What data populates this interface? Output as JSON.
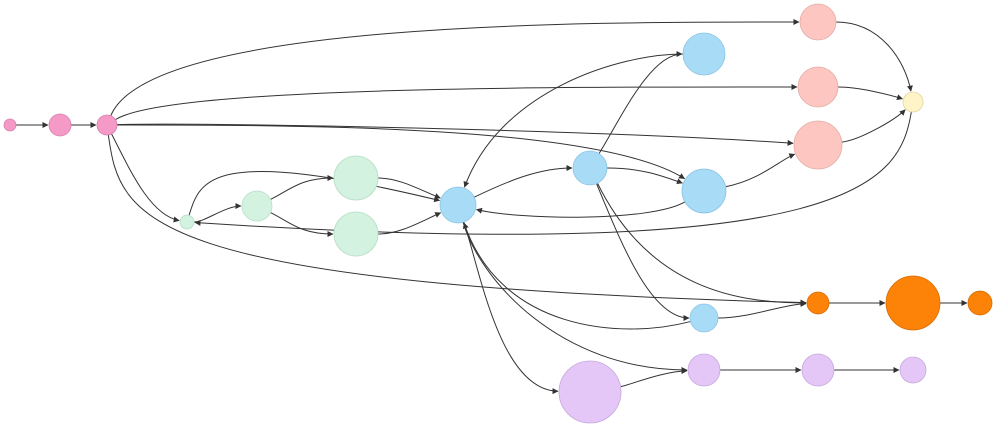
{
  "colors": {
    "pink": "#f59ac7",
    "green": "#d3f3e0",
    "blue": "#a7dbf6",
    "salmon": "#fdc6c1",
    "yellow": "#fff4c8",
    "orange": "#fc8208",
    "purple": "#e4c6f7",
    "edge": "#333333"
  },
  "nodes": [
    {
      "id": "n1",
      "label": "",
      "color": "pink"
    },
    {
      "id": "n2",
      "label": "",
      "color": "pink"
    },
    {
      "id": "n3",
      "label": "",
      "color": "pink"
    },
    {
      "id": "n4",
      "label": "",
      "color": "green"
    },
    {
      "id": "n5",
      "label": "",
      "color": "green"
    },
    {
      "id": "n6",
      "label": "",
      "color": "green"
    },
    {
      "id": "n7",
      "label": "",
      "color": "green"
    },
    {
      "id": "n8",
      "label": "",
      "color": "blue"
    },
    {
      "id": "n9",
      "label": "",
      "color": "blue"
    },
    {
      "id": "n10",
      "label": "",
      "color": "blue"
    },
    {
      "id": "n11",
      "label": "",
      "color": "blue"
    },
    {
      "id": "n12",
      "label": "",
      "color": "blue"
    },
    {
      "id": "n13",
      "label": "",
      "color": "salmon"
    },
    {
      "id": "n14",
      "label": "",
      "color": "salmon"
    },
    {
      "id": "n15",
      "label": "",
      "color": "salmon"
    },
    {
      "id": "n16",
      "label": "",
      "color": "yellow"
    },
    {
      "id": "n17",
      "label": "",
      "color": "orange"
    },
    {
      "id": "n18",
      "label": "",
      "color": "orange"
    },
    {
      "id": "n19",
      "label": "",
      "color": "orange"
    },
    {
      "id": "n20",
      "label": "",
      "color": "purple"
    },
    {
      "id": "n21",
      "label": "",
      "color": "purple"
    },
    {
      "id": "n22",
      "label": "",
      "color": "purple"
    },
    {
      "id": "n23",
      "label": "",
      "color": "purple"
    }
  ],
  "edges": [
    {
      "id": "e1",
      "from": "n1",
      "to": "n2",
      "label": ""
    },
    {
      "id": "e2",
      "from": "n2",
      "to": "n3",
      "label": ""
    },
    {
      "id": "e3",
      "from": "n3",
      "to": "n13",
      "label": ""
    },
    {
      "id": "e4",
      "from": "n3",
      "to": "n14",
      "label": ""
    },
    {
      "id": "e5",
      "from": "n3",
      "to": "n15",
      "label": ""
    },
    {
      "id": "e6",
      "from": "n3",
      "to": "n10",
      "label": ""
    },
    {
      "id": "e7",
      "from": "n3",
      "to": "n4",
      "label": ""
    },
    {
      "id": "e8",
      "from": "n3",
      "to": "n17",
      "label": ""
    },
    {
      "id": "e9",
      "from": "n4",
      "to": "n5",
      "label": ""
    },
    {
      "id": "e10",
      "from": "n4",
      "to": "n8",
      "label": ""
    },
    {
      "id": "e11",
      "from": "n5",
      "to": "n6",
      "label": ""
    },
    {
      "id": "e12",
      "from": "n5",
      "to": "n7",
      "label": ""
    },
    {
      "id": "e13",
      "from": "n6",
      "to": "n8",
      "label": ""
    },
    {
      "id": "e14",
      "from": "n7",
      "to": "n8",
      "label": ""
    },
    {
      "id": "e15",
      "from": "n8",
      "to": "n9",
      "label": ""
    },
    {
      "id": "e16",
      "from": "n8",
      "to": "n21",
      "label": ""
    },
    {
      "id": "e17",
      "from": "n8",
      "to": "n20",
      "label": ""
    },
    {
      "id": "e18",
      "from": "n9",
      "to": "n11",
      "label": ""
    },
    {
      "id": "e19",
      "from": "n9",
      "to": "n10",
      "label": ""
    },
    {
      "id": "e20",
      "from": "n9",
      "to": "n12",
      "label": ""
    },
    {
      "id": "e21",
      "from": "n9",
      "to": "n17",
      "label": ""
    },
    {
      "id": "e22",
      "from": "n10",
      "to": "n8",
      "label": ""
    },
    {
      "id": "e23",
      "from": "n10",
      "to": "n15",
      "label": ""
    },
    {
      "id": "e24",
      "from": "n11",
      "to": "n8",
      "label": ""
    },
    {
      "id": "e25",
      "from": "n12",
      "to": "n8",
      "label": ""
    },
    {
      "id": "e26",
      "from": "n12",
      "to": "n17",
      "label": ""
    },
    {
      "id": "e27",
      "from": "n13",
      "to": "n16",
      "label": ""
    },
    {
      "id": "e28",
      "from": "n14",
      "to": "n16",
      "label": ""
    },
    {
      "id": "e29",
      "from": "n15",
      "to": "n16",
      "label": ""
    },
    {
      "id": "e30",
      "from": "n16",
      "to": "n4",
      "label": ""
    },
    {
      "id": "e31",
      "from": "n17",
      "to": "n18",
      "label": ""
    },
    {
      "id": "e32",
      "from": "n18",
      "to": "n19",
      "label": ""
    },
    {
      "id": "e33",
      "from": "n20",
      "to": "n21",
      "label": ""
    },
    {
      "id": "e34",
      "from": "n21",
      "to": "n22",
      "label": ""
    },
    {
      "id": "e35",
      "from": "n22",
      "to": "n23",
      "label": ""
    }
  ]
}
